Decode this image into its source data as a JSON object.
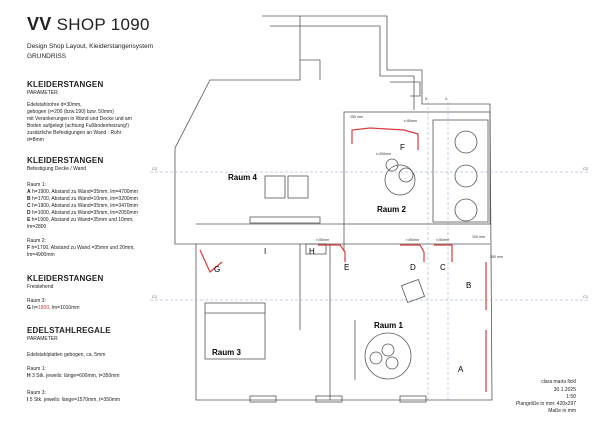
{
  "header": {
    "brand": "VV",
    "shop": " SHOP 1090",
    "subtitle1": "Design Shop Layout, Kleiderstangensystem",
    "subtitle2": "GRUNDRISS"
  },
  "sections": {
    "s1": {
      "title": "KLEIDERSTANGEN",
      "sub": "PARAMETER",
      "body": "Edelstahlrohre d=30mm,\ngebogen (r=200 (bzw.190) bzw. 50mm)\nmit Verankerungen in Wand und Decke und am\nBoden aufgelegt (achtung Fußbodenheizung!)\nzusätzliche Befestigungen an Wand : Rohr\nd=8mm"
    },
    "s2": {
      "title": "KLEIDERSTANGEN",
      "sub": "Befestigung Decke / Wand",
      "room1_label": "Raum 1:",
      "lines": [
        {
          "letter": "A",
          "text": " h=1900, Abstand zu Wand=35mm, lm=4700mm"
        },
        {
          "letter": "B",
          "text": " h=1700, Abstand zu Wand=10mm, lm=3200mm"
        },
        {
          "letter": "C",
          "text": " h=1900, Abstand zu Wand=35mm, lm=3470mm"
        },
        {
          "letter": "D",
          "text": " h=1000, Abstand zu Wand=35mm, lm=2050mm"
        },
        {
          "letter": "E",
          "text": " h=1900, Abstand zu Wand=35mm und 10mm,"
        }
      ],
      "e_cont": "lm=2800",
      "room2_label": "Raum 2:",
      "f_letter": "F",
      "f_text": " h=1700, Abstand zu Wand =35mm und 20mm,",
      "f_cont": "lm=4900mm"
    },
    "s3": {
      "title": "KLEIDERSTANGEN",
      "sub": "Freistehend",
      "room3_label": "Raum 3:",
      "g_letter": "G",
      "g_pre": " h=",
      "g_red": "1800",
      "g_post": ", lm=1010mm"
    },
    "s4": {
      "title": "EDELSTAHLREGALE",
      "sub": "PARAMETER",
      "body": "Edelstahlplatten gebogen, ca. 5mm",
      "room1_label": "Raum 1:",
      "h_letter": "H",
      "h_text": " 3 Stk. jeweils: länge=600mm, t=350mm",
      "room3_label": "Raum 3:",
      "i_letter": "I",
      "i_text": " 5 Stk. jeweils: länge=1570mm, t=350mm"
    }
  },
  "footer": {
    "author": "clara maria fickl",
    "date": "30.1.2025",
    "scale": "1:50",
    "plan_size": "Plangröße in mm: 420x297",
    "units": "Maße in mm"
  },
  "plan": {
    "rooms": {
      "raum1": "Raum 1",
      "raum2": "Raum 2",
      "raum3": "Raum 3",
      "raum4": "Raum 4"
    },
    "zones": {
      "A": "A",
      "B": "B",
      "C": "C",
      "D": "D",
      "E": "E",
      "F": "F",
      "G": "G",
      "H": "H",
      "I": "I"
    },
    "dims": {
      "d250": "250 mm",
      "r50a": "r=50mm",
      "r200": "r=200mm",
      "r50b": "r=50mm",
      "r50c": "r=50mm",
      "r50d": "r=50mm",
      "d100": "100 mm",
      "d350": "350 mm"
    },
    "section_marks": {
      "b_top": "B",
      "a_top": "A",
      "c2_left": "C2",
      "c2_right": "C2",
      "c1_left": "C1",
      "c1_right": "C1"
    },
    "colors": {
      "wall": "#555555",
      "rod": "#d43c3c",
      "grid": "#8aa3c7"
    }
  }
}
